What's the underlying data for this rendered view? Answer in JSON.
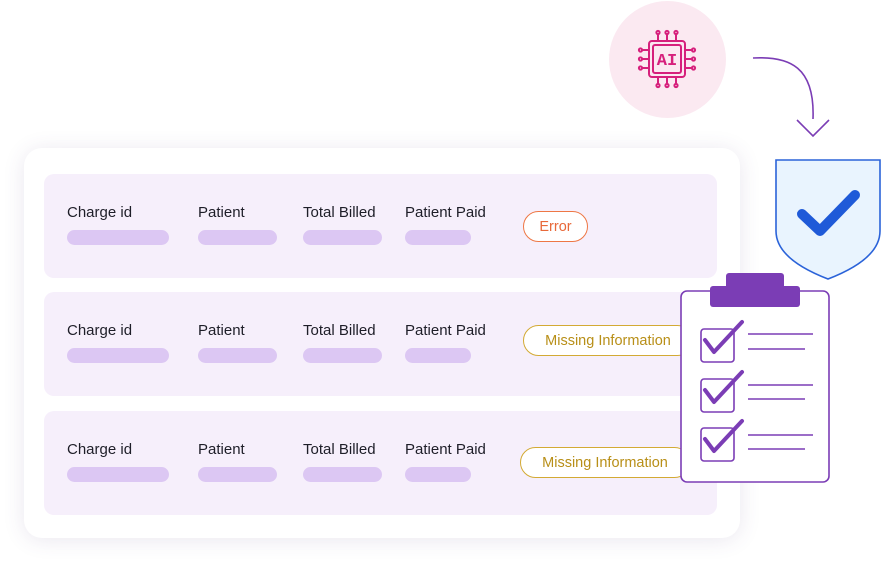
{
  "ai_badge": {
    "label": "AI"
  },
  "table": {
    "columns": [
      "Charge id",
      "Patient",
      "Total Billed",
      "Patient Paid"
    ],
    "rows": [
      {
        "status": "Error",
        "status_type": "error"
      },
      {
        "status": "Missing Information",
        "status_type": "missing"
      },
      {
        "status": "Missing Information",
        "status_type": "missing"
      }
    ]
  },
  "colors": {
    "accent_purple": "#7b3db5",
    "ai_pink": "#d6207c",
    "shield_blue": "#2b63d9",
    "error_orange": "#e8693a",
    "missing_gold": "#b88f18",
    "row_bg": "#f6effb",
    "bar_lavender": "#dcc7f3"
  },
  "icons": [
    "ai-chip-icon",
    "curved-arrow-icon",
    "shield-check-icon",
    "clipboard-checklist-icon"
  ]
}
